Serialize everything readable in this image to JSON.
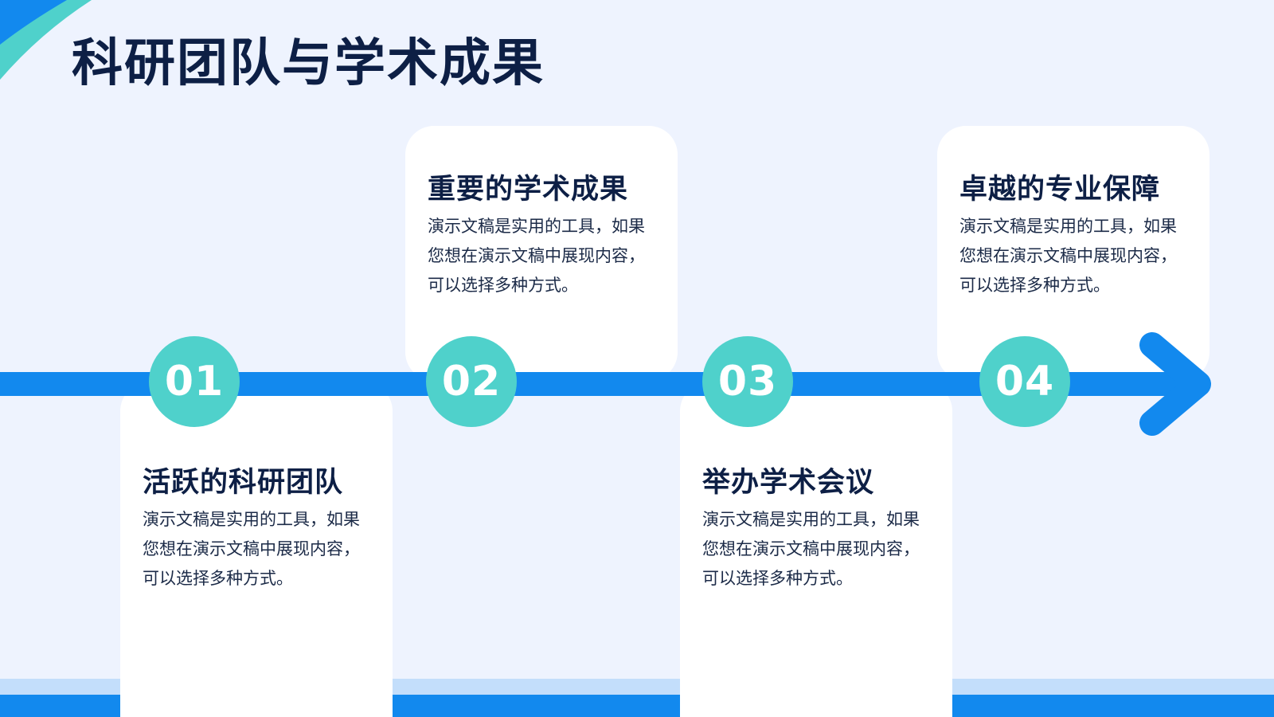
{
  "title": "科研团队与学术成果",
  "colors": {
    "background": "#eef3fe",
    "accent_blue": "#1289ee",
    "accent_teal": "#4fd1cb",
    "title_text": "#0d1f45",
    "card": "#ffffff"
  },
  "steps": [
    {
      "number": "01",
      "title": "活跃的科研团队",
      "text": "演示文稿是实用的工具，如果您想在演示文稿中展现内容，可以选择多种方式。"
    },
    {
      "number": "02",
      "title": "重要的学术成果",
      "text": "演示文稿是实用的工具，如果您想在演示文稿中展现内容，可以选择多种方式。"
    },
    {
      "number": "03",
      "title": "举办学术会议",
      "text": "演示文稿是实用的工具，如果您想在演示文稿中展现内容，可以选择多种方式。"
    },
    {
      "number": "04",
      "title": "卓越的专业保障",
      "text": "演示文稿是实用的工具，如果您想在演示文稿中展现内容，可以选择多种方式。"
    }
  ],
  "icons": {
    "timeline_arrow": "arrow-right-icon",
    "corner": "corner-decoration"
  }
}
